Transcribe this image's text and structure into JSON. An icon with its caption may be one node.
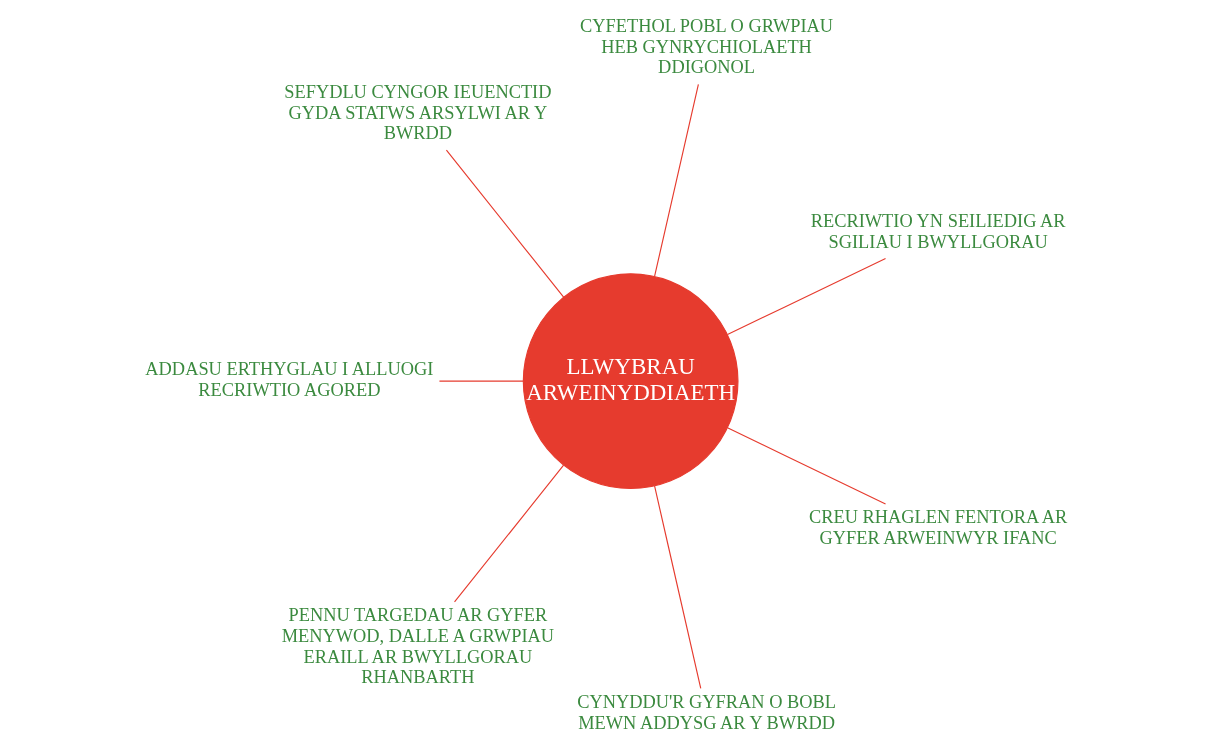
{
  "diagram": {
    "nodes": [
      {
        "text": [
          "LLWYBRAU ARWEINYDDIAETH"
        ]
      },
      {
        "text": [
          "RECRIWTIO YN SEILIEDIG AR SGILIAU I BWYLLGORAU"
        ]
      },
      {
        "text": [
          "CYFETHOL POBL O GRWPIAU HEB GYNRYCHIOLAETH DDIGONOL"
        ]
      },
      {
        "text": [
          "SEFYDLU CYNGOR IEUENCTID GYDA STATWS ARSYLWI AR Y BWRDD"
        ]
      },
      {
        "text": [
          "ADDASU ERTHYGLAU I ALLUOGI RECRIWTIO AGORED"
        ]
      },
      {
        "text": [
          "PENNU TARGEDAU AR GYFER MENYWOD, DALLE A GRWPIAU ERAILL AR BWYLLGORAU RHANBARTH"
        ]
      },
      {
        "text": [
          "CYNYDDU'R GYFRAN O BOBL MEWN ADDYSG AR Y BWRDD"
        ]
      },
      {
        "text": [
          "CREU RHAGLEN FENTORA AR GYFER ARWEINWYR IFANC"
        ]
      }
    ],
    "edges": [
      {
        "from": 0,
        "to": 1,
        "arrow": "none"
      },
      {
        "from": 0,
        "to": 2,
        "arrow": "none"
      },
      {
        "from": 0,
        "to": 3,
        "arrow": "none"
      },
      {
        "from": 0,
        "to": 4,
        "arrow": "none"
      },
      {
        "from": 0,
        "to": 5,
        "arrow": "none"
      },
      {
        "from": 0,
        "to": 6,
        "arrow": "none"
      },
      {
        "from": 0,
        "to": 7,
        "arrow": "none"
      }
    ]
  }
}
